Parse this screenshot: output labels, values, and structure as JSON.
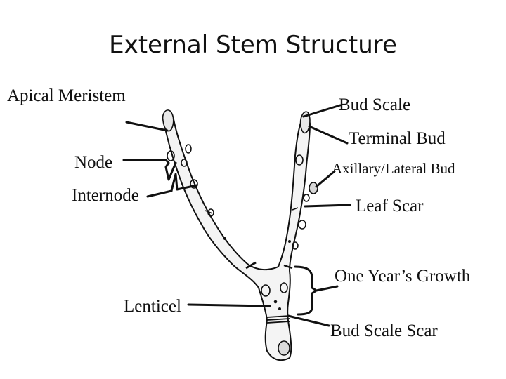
{
  "title": "External Stem Structure",
  "labels": {
    "apical_meristem": "Apical Meristem",
    "bud_scale": "Bud Scale",
    "terminal_bud": "Terminal Bud",
    "node": "Node",
    "axillary_bud": "Axillary/Lateral Bud",
    "internode": "Internode",
    "leaf_scar": "Leaf Scar",
    "one_years_growth": "One Year’s Growth",
    "lenticel": "Lenticel",
    "bud_scale_scar": "Bud Scale Scar"
  },
  "colors": {
    "ink": "#111111",
    "branch_fill": "#f4f4f4"
  }
}
